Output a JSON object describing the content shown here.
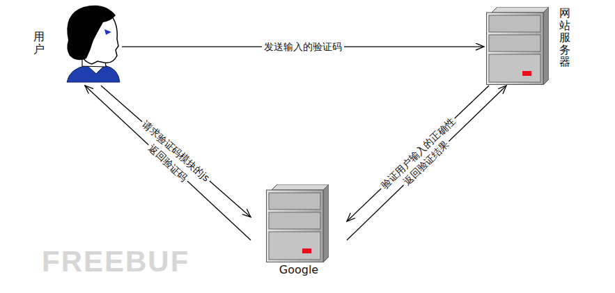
{
  "diagram": {
    "nodes": [
      {
        "text": [
          "用户"
        ]
      },
      {
        "text": [
          "网站服务器"
        ]
      },
      {
        "text": [
          "Google"
        ]
      }
    ],
    "edges": [
      {
        "from": 0,
        "to": 1,
        "label": "发送输入的验证码",
        "arrow": "to"
      },
      {
        "from": 0,
        "to": 2,
        "label": "请求验证码模块的js",
        "arrow": "to"
      },
      {
        "from": 2,
        "to": 0,
        "label": "返回验证码",
        "arrow": "to"
      },
      {
        "from": 1,
        "to": 2,
        "label": "验证用户输入的正确性",
        "arrow": "to"
      },
      {
        "from": 2,
        "to": 1,
        "label": "返回验证结果",
        "arrow": "to"
      }
    ],
    "labels": [
      "FREEBUF"
    ]
  }
}
